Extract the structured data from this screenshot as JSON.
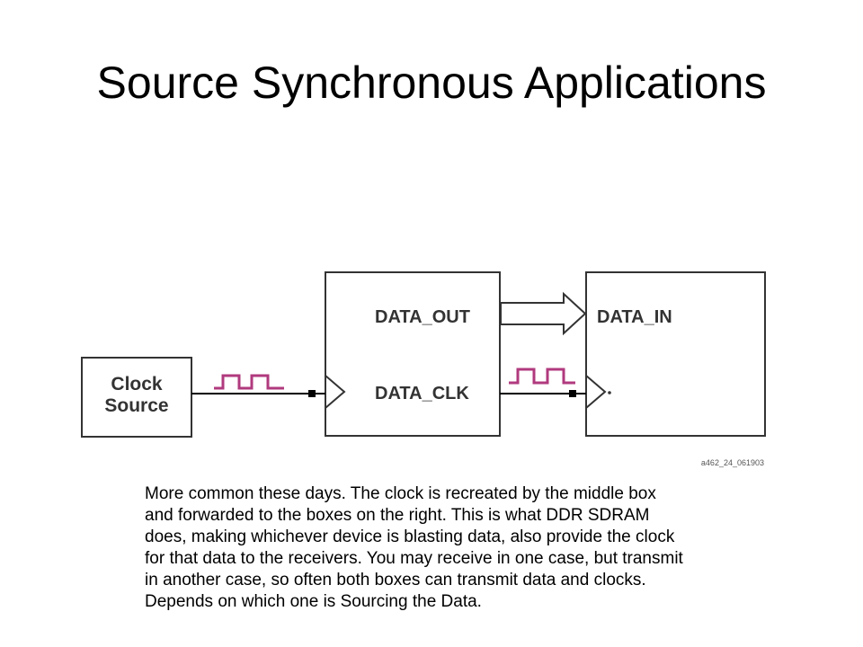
{
  "slide": {
    "title": "Source Synchronous Applications"
  },
  "diagram": {
    "clock_source": [
      "Clock",
      "Source"
    ],
    "middle_box": {
      "data_out": "DATA_OUT",
      "data_clk": "DATA_CLK"
    },
    "right_box": {
      "data_in": "DATA_IN"
    },
    "figure_id": "a462_24_061903",
    "colors": {
      "lines": "#000000",
      "clock_waveform": "#b03a7e",
      "box_border": "#333333",
      "arrow_fill": "#ffffff"
    }
  },
  "caption": {
    "lines": [
      "More common these days.  The clock is recreated by the middle box",
      "and forwarded to the boxes on the right.  This is what DDR SDRAM",
      "does, making whichever device is blasting data, also provide the clock",
      "for that data to the receivers.  You may receive in one case, but transmit",
      "in another case, so often both boxes can transmit data and clocks.",
      "Depends on which one is Sourcing the Data."
    ]
  }
}
